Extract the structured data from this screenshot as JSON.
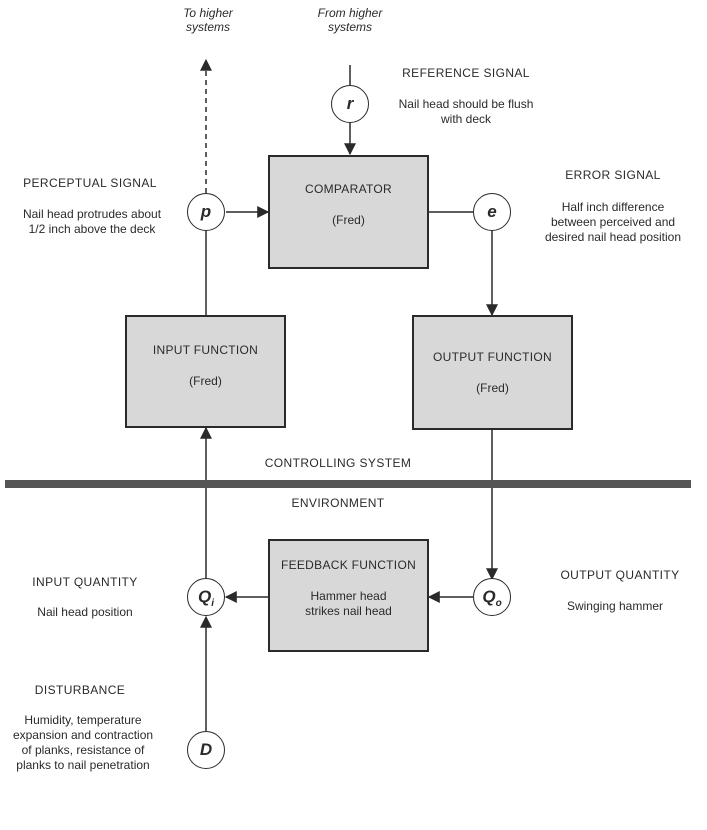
{
  "top": {
    "to_higher": "To higher systems",
    "from_higher": "From higher systems"
  },
  "reference": {
    "label": "REFERENCE SIGNAL",
    "desc": "Nail head should be flush with deck",
    "symbol": "r"
  },
  "perceptual": {
    "label": "PERCEPTUAL SIGNAL",
    "desc": "Nail head protrudes about 1/2 inch above the deck",
    "symbol": "p"
  },
  "error": {
    "label": "ERROR SIGNAL",
    "desc": "Half inch difference between perceived and desired nail head position",
    "symbol": "e"
  },
  "comparator": {
    "title": "COMPARATOR",
    "sub": "(Fred)"
  },
  "input_function": {
    "title": "INPUT FUNCTION",
    "sub": "(Fred)"
  },
  "output_function": {
    "title": "OUTPUT FUNCTION",
    "sub": "(Fred)"
  },
  "feedback_function": {
    "title": "FEEDBACK FUNCTION",
    "sub": "Hammer head strikes nail head"
  },
  "controlling_system": "CONTROLLING SYSTEM",
  "environment": "ENVIRONMENT",
  "input_quantity": {
    "label": "INPUT QUANTITY",
    "desc": "Nail head position",
    "symbol": "Q",
    "subscript": "i"
  },
  "output_quantity": {
    "label": "OUTPUT QUANTITY",
    "desc": "Swinging hammer",
    "symbol": "Q",
    "subscript": "o"
  },
  "disturbance": {
    "label": "DISTURBANCE",
    "desc": "Humidity, temperature expansion and contraction of planks, resistance of planks to nail penetration",
    "symbol": "D"
  }
}
